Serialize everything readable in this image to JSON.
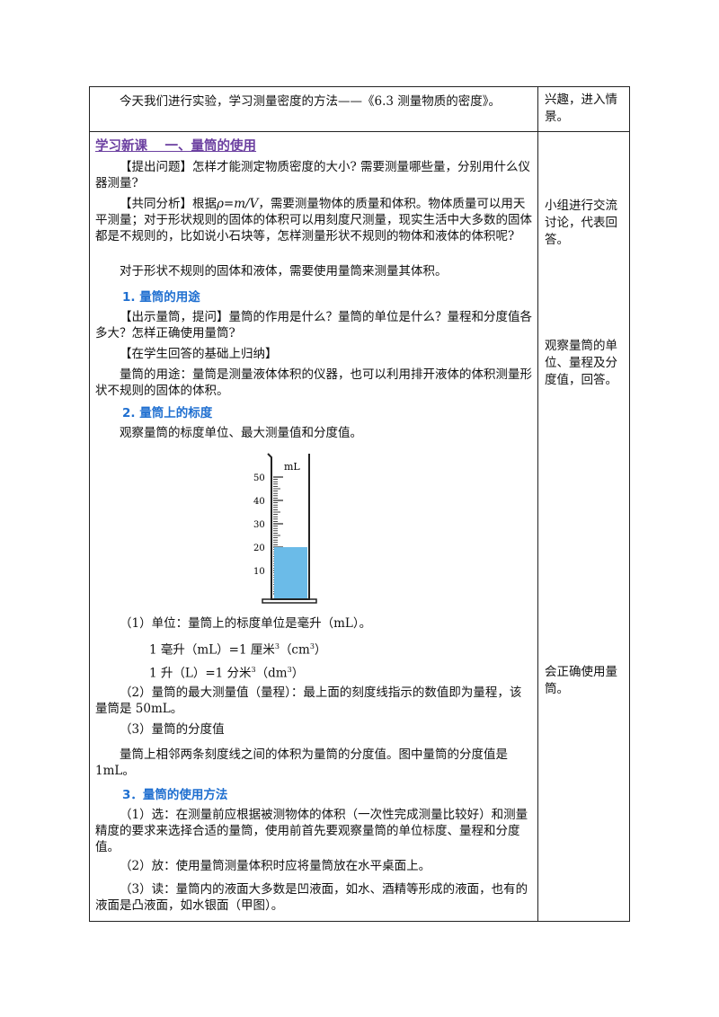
{
  "intro": {
    "text": "今天我们进行实验，学习测量密度的方法——《6.3 测量物质的密度》。",
    "side": "兴趣，进入情景。"
  },
  "section_heading": "学习新课 　一、量筒的使用",
  "q1_prefix": "【提出问题】怎样才能测定物质密度的大小? 需要测量哪些量，分别用什么仪器测量?",
  "analysis": {
    "lead": "【共同分析】根据",
    "formula": "ρ=m/V",
    "rest": "，需要测量物体的质量和体积。物体质量可以用天平测量；对于形状规则的固体的体积可以用刻度尺测量，现实生活中大多数的固体都是不规则的，比如说小石块等，怎样测量形状不规则的物体和液体的体积呢?"
  },
  "irregular": "对于形状不规则的固体和液体，需要使用量筒来测量其体积。",
  "sub1": "1. 量筒的用途",
  "show": "【出示量筒，提问】量筒的作用是什么？量筒的单位是什么？量程和分度值各多大？怎样正确使用量筒?",
  "summary_label": "【在学生回答的基础上归纳】",
  "usage": "量筒的用途：量筒是测量液体体积的仪器，也可以利用排开液体的体积测量形状不规则的固体的体积。",
  "sub2": "2. 量筒上的标度",
  "observe": "观察量筒的标度单位、最大测量值和分度值。",
  "cylinder": {
    "unit_label": "mL",
    "ticks": [
      "50",
      "40",
      "30",
      "20",
      "10"
    ],
    "max": 50,
    "liquid_level_ml": 20,
    "liquid_color": "#6bbbe8"
  },
  "unit1": "（1）单位：量筒上的标度单位是毫升（mL）。",
  "conv1": "1 毫升（mL）=1 厘米",
  "conv1b": "（cm",
  "conv1c": "）",
  "conv2": "1 升（L）=1 分米",
  "conv2b": "（dm",
  "conv2c": "）",
  "sup3": "3",
  "range": "（2）量筒的最大测量值（量程）：最上面的刻度线指示的数值即为量程，该量筒是 50mL。",
  "div_label": "（3）量筒的分度值",
  "div_text": "量筒上相邻两条刻度线之间的体积为量筒的分度值。图中量筒的分度值是1mL。",
  "sub3": "3．量筒的使用方法",
  "select": "（1）选：在测量前应根据被测物体的体积（一次性完成测量比较好）和测量精度的要求来选择合适的量筒，使用前首先要观察量筒的单位标度、量程和分度值。",
  "place": "（2）放：使用量筒测量体积时应将量筒放在水平桌面上。",
  "read": "（3）读：量筒内的液面大多数是凹液面，如水、酒精等形成的液面，也有的液面是凸液面，如水银面（甲图）。",
  "side_notes": {
    "group": "小组进行交流讨论，代表回答。",
    "observe": "观察量筒的单位、量程及分度值，回答。",
    "use": "会正确使用量筒。"
  }
}
